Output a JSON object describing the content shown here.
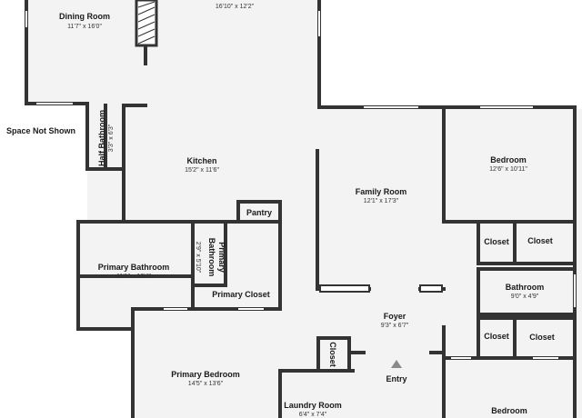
{
  "colors": {
    "wall": "#333333",
    "floor": "#f3f3f3",
    "background": "#ffffff",
    "window": "#b8b8b8"
  },
  "rooms": {
    "dining": {
      "name": "Dining Room",
      "dims": "11'7\" x 16'0\""
    },
    "top_room": {
      "dims": "16'10\" x 12'2\""
    },
    "half_bath": {
      "name": "Half Bathroom",
      "dims": "3'3\" x 6'3\""
    },
    "kitchen": {
      "name": "Kitchen",
      "dims": "15'2\" x 11'6\""
    },
    "pantry": {
      "name": "Pantry"
    },
    "family": {
      "name": "Family Room",
      "dims": "12'1\" x 17'3\""
    },
    "bedroom1": {
      "name": "Bedroom",
      "dims": "12'6\" x 10'11\""
    },
    "closet_a": {
      "name": "Closet"
    },
    "closet_b": {
      "name": "Closet"
    },
    "bathroom": {
      "name": "Bathroom",
      "dims": "9'0\" x 4'9\""
    },
    "closet_c": {
      "name": "Closet"
    },
    "closet_d": {
      "name": "Closet"
    },
    "primary_bath": {
      "name": "Primary Bathroom",
      "dims": "11'1\" x 10'4\""
    },
    "primary_bath_small": {
      "name_line1": "Primary",
      "name_line2": "Bathroom",
      "dims": "2'9\" x 5'10\""
    },
    "primary_closet": {
      "name": "Primary Closet"
    },
    "foyer": {
      "name": "Foyer",
      "dims": "9'3\" x 6'7\""
    },
    "laundry_closet": {
      "name": "Closet"
    },
    "primary_bedroom": {
      "name": "Primary Bedroom",
      "dims": "14'5\" x 13'6\""
    },
    "laundry": {
      "name": "Laundry Room",
      "dims": "6'4\" x 7'4\""
    },
    "bedroom2": {
      "name": "Bedroom"
    }
  },
  "labels": {
    "space_not_shown": "Space Not Shown",
    "entry": "Entry"
  }
}
